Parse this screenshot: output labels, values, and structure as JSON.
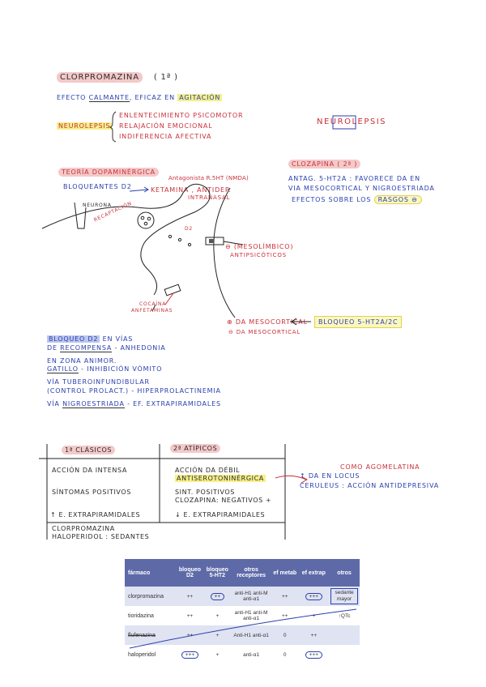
{
  "title": {
    "drug": "CLORPROMAZINA",
    "gen": "( 1ª )"
  },
  "effect_line": {
    "prefix": "EFECTO",
    "calm": "CALMANTE",
    "eficaz": ", EFICAZ EN",
    "agit": "AGITACIÓN"
  },
  "neurolepsis": {
    "label": "NEUROLEPSIS",
    "items": [
      "ENLENTECIMIENTO PSICOMOTOR",
      "RELAJACIÓN EMOCIONAL",
      "INDIFERENCIA AFECTIVA"
    ],
    "big_word": "NEUROLEPSIS"
  },
  "clozapina": {
    "title": "CLOZAPINA  ( 2ª )",
    "line1": "ANTAG. 5-HT2A : FAVORECE DA EN",
    "line2": "VIA MESOCORTICAL Y NIGROESTRIADA",
    "line3_a": "EFECTOS SOBRE LOS",
    "line3_b": "RASGOS ⊖"
  },
  "dopamine": {
    "heading": "TEORÍA DOPAMINÉRGICA",
    "bloqueantes": "BLOQUEANTES  D2",
    "antagonist": "Antagonista R.5HT (NMDA)",
    "ketamine": "KETAMINA , ANTIDEP.",
    "intranasal": "INTRANASAL",
    "neurona": "NEURONA",
    "recaptacion": "RECAPTACIÓN",
    "d2": "D2",
    "mesolimbico": "⊖ (MESOLÍMBICO)",
    "antipsicoticos": "ANTIPSICÓTICOS",
    "cocaina": "COCAÍNA",
    "anfetaminas": "ANFETAMINAS",
    "mesocortical_pos": "⊕ DA MESOCORTICAL",
    "mesocortical_neg": "⊖ DA MESOCORTICAL",
    "bloqueo": "BLOQUEO 5-HT2A/2C"
  },
  "blockade": {
    "l1a": "BLOQUEO D2",
    "l1b": " EN VÍAS",
    "l2a": "DE",
    "l2b": "RECOMPENSA",
    "l2c": "- ANHEDONIA",
    "l3": "EN ZONA ANIMOR.",
    "l4a": "GATILLO",
    "l4b": "- INHIBICIÓN VÓMITO",
    "l5": "VÍA TUBEROINFUNDIBULAR",
    "l6": "(CONTROL PROLACT.) - HIPERPROLACTINEMIA",
    "l7a": "VÍA",
    "l7b": "NIGROESTRIADA",
    "l7c": "- EF. EXTRAPIRAMIDALES"
  },
  "comparison": {
    "col1": "1ª CLÁSICOS",
    "col2": "2ª ATÍPICOS",
    "rows": [
      {
        "c1": "ACCIÓN DA INTENSA",
        "c2a": "ACCIÓN DA DÉBIL",
        "c2b": "ANTISEROTONINÉRGICA"
      },
      {
        "c1": "SÍNTOMAS POSITIVOS",
        "c2a": "SINT. POSITIVOS",
        "c2b": "CLOZAPINA: NEGATIVOS +"
      },
      {
        "c1": "↑ E. EXTRAPIRAMIDALES",
        "c2a": "↓ E. EXTRAPIRAMIDALES",
        "c2b": ""
      }
    ],
    "footer1": "CLORPROMAZINA",
    "footer2": "HALOPERIDOL  : SEDANTES",
    "side1": "COMO AGOMELATINA",
    "side2": "↑ DA EN LOCUS",
    "side3": "CERULEUS : ACCIÓN ANTIDEPRESIVA"
  },
  "drug_table": {
    "headers": [
      "fármaco",
      "bloqueo D2",
      "bloqueo 5-HT2",
      "otros receptores",
      "ef metab",
      "ef extrap",
      "otros"
    ],
    "rows": [
      {
        "drug": "clorpromazina",
        "d2": "++",
        "ht": "++",
        "rec": "anti-H1 anti-M anti-α1",
        "metab": "++",
        "extrap": "+++",
        "otros": "sedante mayor"
      },
      {
        "drug": "tioridazina",
        "d2": "++",
        "ht": "+",
        "rec": "anti-H1 anti-M anti-α1",
        "metab": "++",
        "extrap": "+",
        "otros": "↑QTc"
      },
      {
        "drug": "flufenazina",
        "d2": "++",
        "ht": "+",
        "rec": "Anti-H1 anti-α1",
        "metab": "0",
        "extrap": "++",
        "otros": ""
      },
      {
        "drug": "haloperidol",
        "d2": "+++",
        "ht": "+",
        "rec": "anti-α1",
        "metab": "0",
        "extrap": "+++",
        "otros": ""
      }
    ]
  }
}
